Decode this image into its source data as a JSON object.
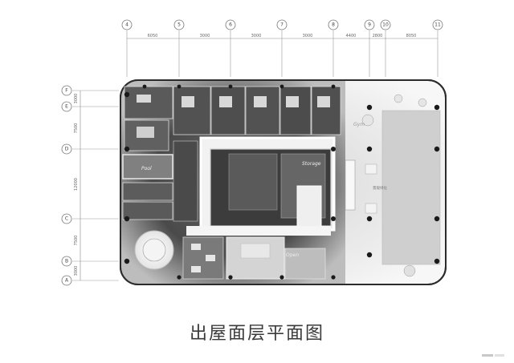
{
  "drawing": {
    "title": "出屋面层平面图",
    "columns": [
      "4",
      "5",
      "6",
      "7",
      "8",
      "9",
      "10",
      "11"
    ],
    "column_spans": [
      "6050",
      "3000",
      "3000",
      "3000",
      "4400",
      "2800",
      "8050"
    ],
    "rows": [
      "F",
      "E",
      "D",
      "C",
      "B",
      "A"
    ],
    "row_spans": [
      "3000",
      "7500",
      "12000",
      "7500",
      "3000"
    ],
    "room_labels": {
      "pool": "Pool",
      "storage": "Storage",
      "gym": "Gym",
      "open": "Open",
      "planter": "景观绿化"
    }
  }
}
